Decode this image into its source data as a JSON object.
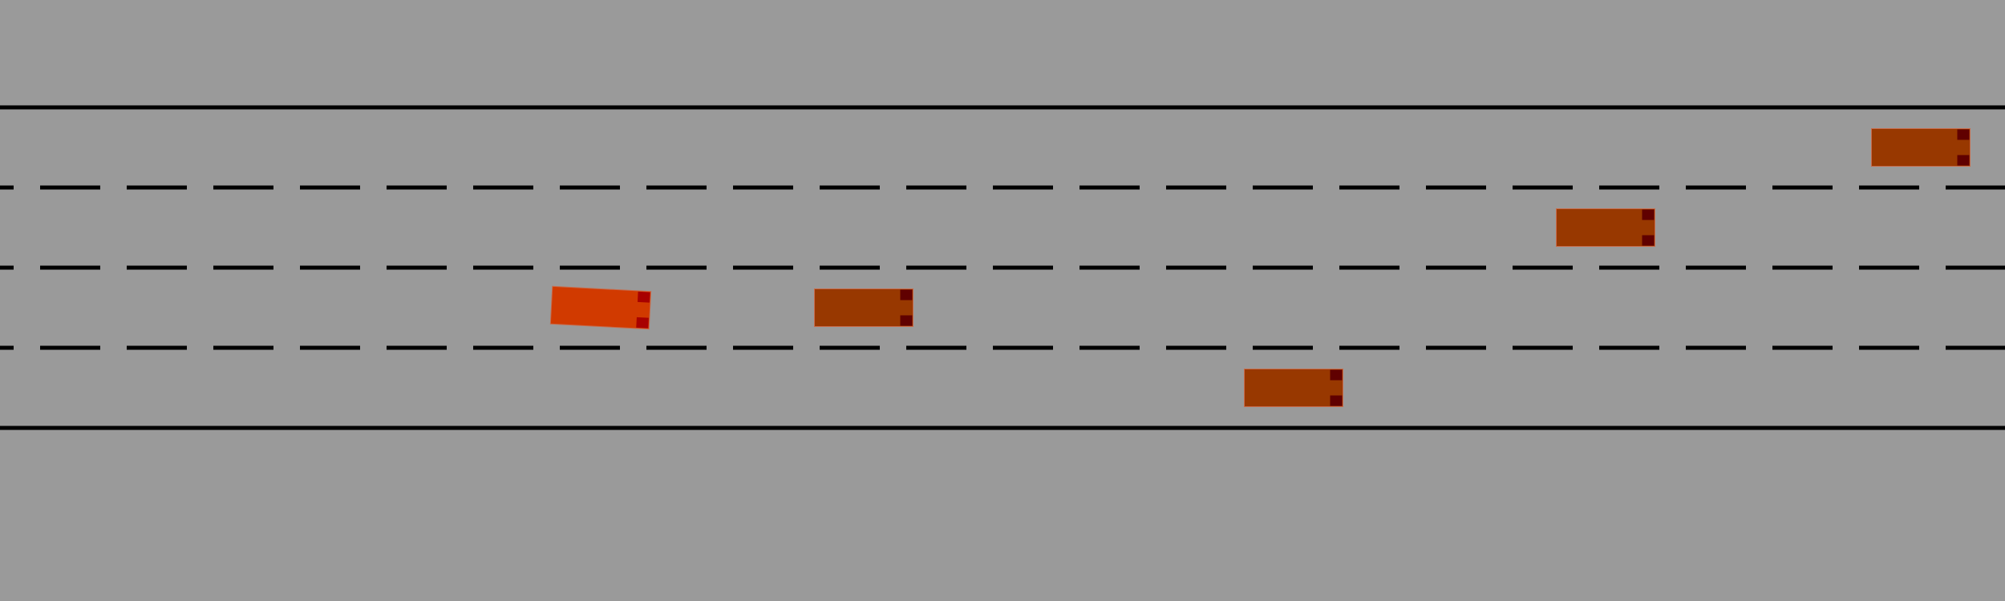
{
  "scene": {
    "type": "top-down highway driving simulation",
    "lane_count": 4,
    "colors": {
      "asphalt": "#9a9a9a",
      "lane_marking": "#000000",
      "ego_vehicle": "#d13a00",
      "ego_lights": "#a80000",
      "other_vehicle": "#983800",
      "other_lights": "#600000",
      "vehicle_outline": "#c86a4a"
    }
  },
  "vehicles": [
    {
      "id": "ego",
      "role": "controlled",
      "lane": 3,
      "heading_deg": 3
    },
    {
      "id": "v1",
      "role": "other",
      "lane": 3,
      "heading_deg": 0
    },
    {
      "id": "v2",
      "role": "other",
      "lane": 4,
      "heading_deg": 0
    },
    {
      "id": "v3",
      "role": "other",
      "lane": 2,
      "heading_deg": 0
    },
    {
      "id": "v4",
      "role": "other",
      "lane": 1,
      "heading_deg": 0
    }
  ]
}
